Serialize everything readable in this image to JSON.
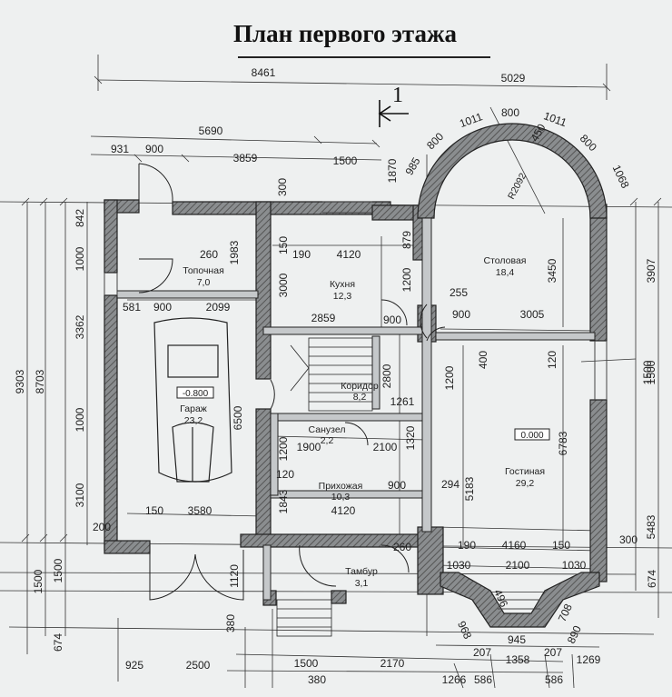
{
  "title": "План первого этажа",
  "section_mark": "1",
  "rooms": [
    {
      "name": "Топочная",
      "area": "7,0"
    },
    {
      "name": "Кухня",
      "area": "12,3"
    },
    {
      "name": "Столовая",
      "area": "18,4"
    },
    {
      "name": "Гараж",
      "area": "23,2"
    },
    {
      "name": "Коридор",
      "area": "8,2"
    },
    {
      "name": "Санузел",
      "area": "2,2"
    },
    {
      "name": "Прихожая",
      "area": "10,3"
    },
    {
      "name": "Гостиная",
      "area": "29,2"
    },
    {
      "name": "Тамбур",
      "area": "3,1"
    }
  ],
  "levels": {
    "garage": "-0.800",
    "living": "0.000"
  },
  "radius": "R2092",
  "dims": {
    "top": [
      "8461",
      "5029",
      "5690",
      "931",
      "900",
      "3859",
      "1500",
      "300",
      "1870",
      "985",
      "800",
      "1011",
      "800",
      "450",
      "1011",
      "800",
      "1068"
    ],
    "left": [
      "842",
      "1000",
      "3362",
      "9303",
      "8703",
      "1000",
      "3100",
      "200",
      "1500",
      "1500",
      "674"
    ],
    "right": [
      "3907",
      "1500",
      "5483",
      "300",
      "674"
    ],
    "bottom": [
      "925",
      "2500",
      "1500",
      "380",
      "2170",
      "1266",
      "586",
      "586",
      "207",
      "1358",
      "207",
      "1269",
      "945",
      "968",
      "708",
      "496",
      "890"
    ],
    "inner": [
      "260",
      "1983",
      "150",
      "190",
      "4120",
      "879",
      "3450",
      "581",
      "900",
      "2099",
      "3000",
      "2859",
      "1200",
      "900",
      "255",
      "900",
      "3005",
      "400",
      "1200",
      "120",
      "1500",
      "2800",
      "1261",
      "1320",
      "6500",
      "1900",
      "2100",
      "1200",
      "120",
      "1843",
      "4120",
      "900",
      "294",
      "5183",
      "6783",
      "150",
      "3580",
      "260",
      "190",
      "4160",
      "150",
      "1030",
      "2100",
      "1030",
      "1120",
      "380"
    ]
  }
}
